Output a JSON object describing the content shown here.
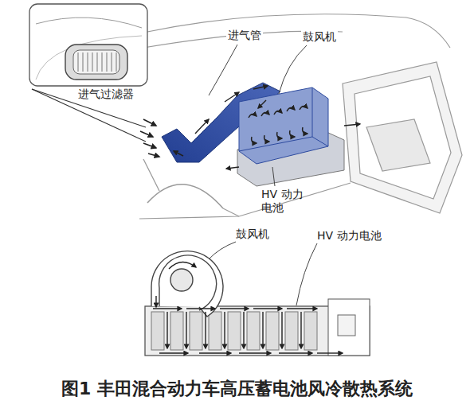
{
  "diagram": {
    "caption": "图1 丰田混合动力车高压蓄电池风冷散热系统",
    "labels": [
      "进气管",
      "鼓风机",
      "进气过滤器",
      "HV 动力 电池",
      "鼓风机",
      "HV 动力电池"
    ]
  }
}
